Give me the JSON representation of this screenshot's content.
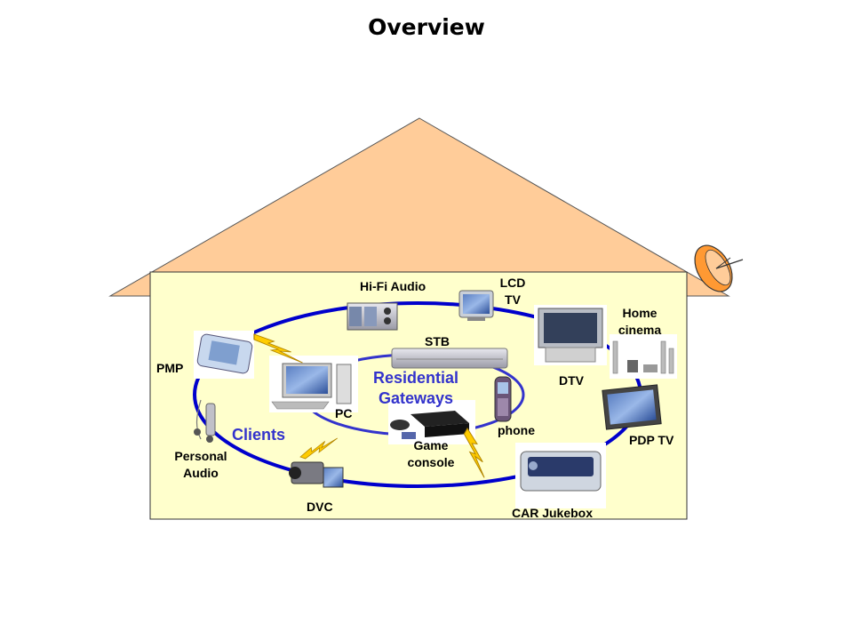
{
  "title": "Overview",
  "colors": {
    "roof": "#ffcc99",
    "house_wall": "#ffffcc",
    "ring": "#0000cc",
    "inner_ring": "#3333cc",
    "lightning": "#ffcc00"
  },
  "labels": {
    "hifi_audio": "Hi-Fi Audio",
    "lcd_tv_line1": "LCD",
    "lcd_tv_line2": "TV",
    "home_cinema_line1": "Home",
    "home_cinema_line2": "cinema",
    "stb": "STB",
    "pmp": "PMP",
    "residential_line1": "Residential",
    "residential_line2": "Gateways",
    "dtv": "DTV",
    "pc": "PC",
    "phone": "phone",
    "pdp_tv": "PDP TV",
    "clients": "Clients",
    "personal_audio_line1": "Personal",
    "personal_audio_line2": "Audio",
    "game_console_line1": "Game",
    "game_console_line2": "console",
    "dvc": "DVC",
    "car_jukebox": "CAR Jukebox"
  },
  "icons": [
    "satellite-dish-icon",
    "hifi-audio-icon",
    "lcd-tv-icon",
    "dtv-icon",
    "home-cinema-icon",
    "pmp-icon",
    "stb-icon",
    "pc-icon",
    "phone-icon",
    "pdp-tv-icon",
    "personal-audio-icon",
    "game-console-icon",
    "dvc-icon",
    "car-jukebox-icon",
    "lightning-icon"
  ]
}
